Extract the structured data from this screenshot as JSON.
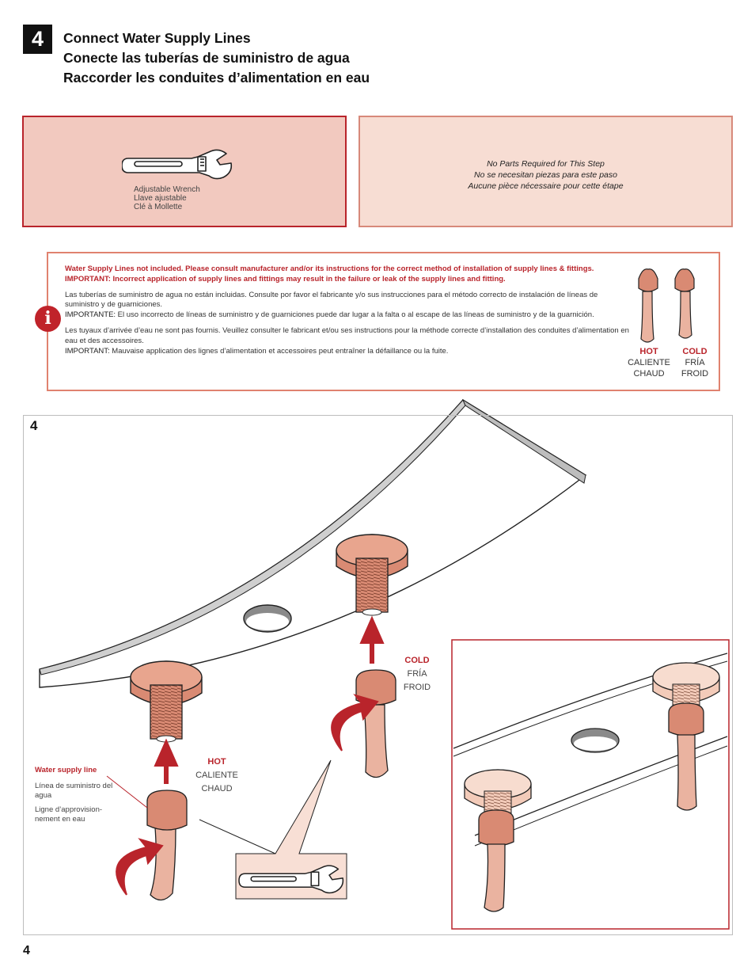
{
  "step": {
    "number": "4",
    "titles": [
      "Connect Water Supply Lines",
      "Conecte las tuberías de suministro de agua",
      "Raccorder les conduites d’alimentation en eau"
    ]
  },
  "tools": {
    "labels": [
      "Adjustable Wrench",
      "Llave ajustable",
      "Clé à Mollette"
    ]
  },
  "parts": {
    "lines": [
      "No Parts Required for This Step",
      "No se necesitan piezas para este paso",
      "Aucune pièce nécessaire pour cette étape"
    ]
  },
  "notice": {
    "icon": "info-icon",
    "en_red_1": "Water Supply Lines not included.  Please consult manufacturer and/or its instructions for the correct method of installation of supply lines & fittings.",
    "en_red_2": "IMPORTANT:  Incorrect application of supply lines and fittings may result in the failure or leak of the supply lines and fitting.",
    "es_1": "Las tuberías de suministro de agua no están incluidas. Consulte por favor el fabricante y/o sus instrucciones para el método correcto de instalación de líneas de suministro y de guarniciones.",
    "es_2_label": "IMPORTANTE:",
    "es_2": "  El uso incorrecto de líneas de suministro y de guarniciones puede dar lugar a la falta o al escape de las líneas de suministro y de la guarnición.",
    "fr_1": "Les tuyaux d’arrivée d’eau ne sont pas fournis. Veuillez consulter le fabricant et/ou ses instructions pour la méthode correcte d’installation des conduites d’alimentation en eau et des accessoires.",
    "fr_2_label": "IMPORTANT:",
    "fr_2": " Mauvaise application des lignes d’alimentation et accessoires peut entraîner la défaillance ou la fuite."
  },
  "legend": {
    "hot": {
      "h": "HOT",
      "l1": "CALIENTE",
      "l2": "CHAUD"
    },
    "cold": {
      "h": "COLD",
      "l1": "FRÍA",
      "l2": "FROID"
    }
  },
  "figure": {
    "number": "4",
    "hot": {
      "h": "HOT",
      "l1": "CALIENTE",
      "l2": "CHAUD"
    },
    "cold": {
      "h": "COLD",
      "l1": "FRÍA",
      "l2": "FROID"
    },
    "supply_line": {
      "h": "Water supply line",
      "es": "Línea de suministro del agua",
      "fr": "Ligne d’approvision-nement en eau"
    }
  },
  "page_number": "4",
  "colors": {
    "accent": "#b9242b",
    "copper": "#d98a73",
    "pipe": "#eab3a0"
  }
}
